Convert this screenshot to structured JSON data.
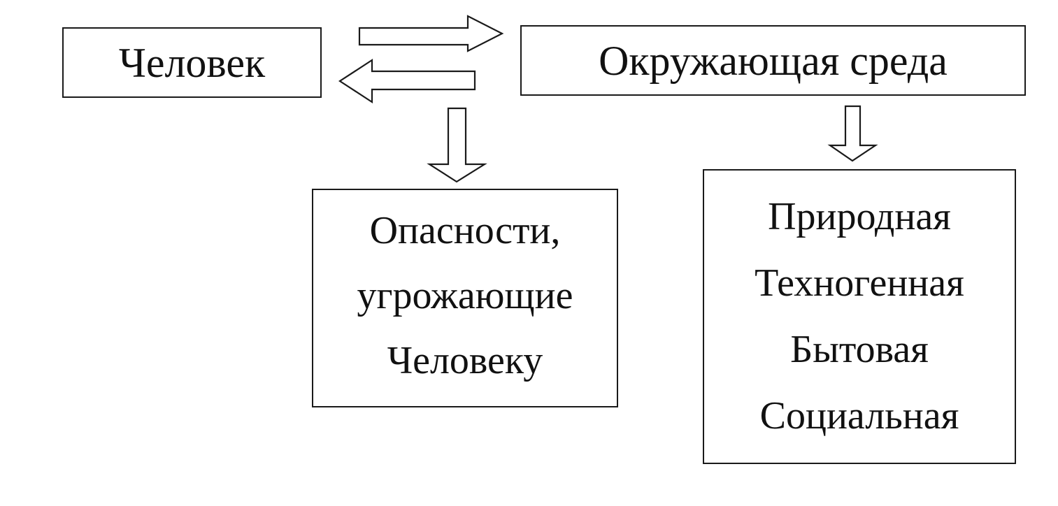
{
  "diagram": {
    "nodes": {
      "human": {
        "label": "Человек"
      },
      "environment": {
        "label": "Окружающая среда"
      },
      "dangers": {
        "lines": [
          "Опасности,",
          "угрожающие",
          "Человеку"
        ]
      },
      "environment_types": {
        "lines": [
          "Природная",
          "Техногенная",
          "Бытовая",
          "Социальная"
        ]
      }
    },
    "edges": [
      {
        "from": "human",
        "to": "environment",
        "style": "hollow-arrow"
      },
      {
        "from": "environment",
        "to": "human",
        "style": "hollow-arrow"
      },
      {
        "from": "human-environment-interaction",
        "to": "dangers",
        "style": "hollow-arrow"
      },
      {
        "from": "environment",
        "to": "environment_types",
        "style": "hollow-arrow"
      }
    ]
  }
}
